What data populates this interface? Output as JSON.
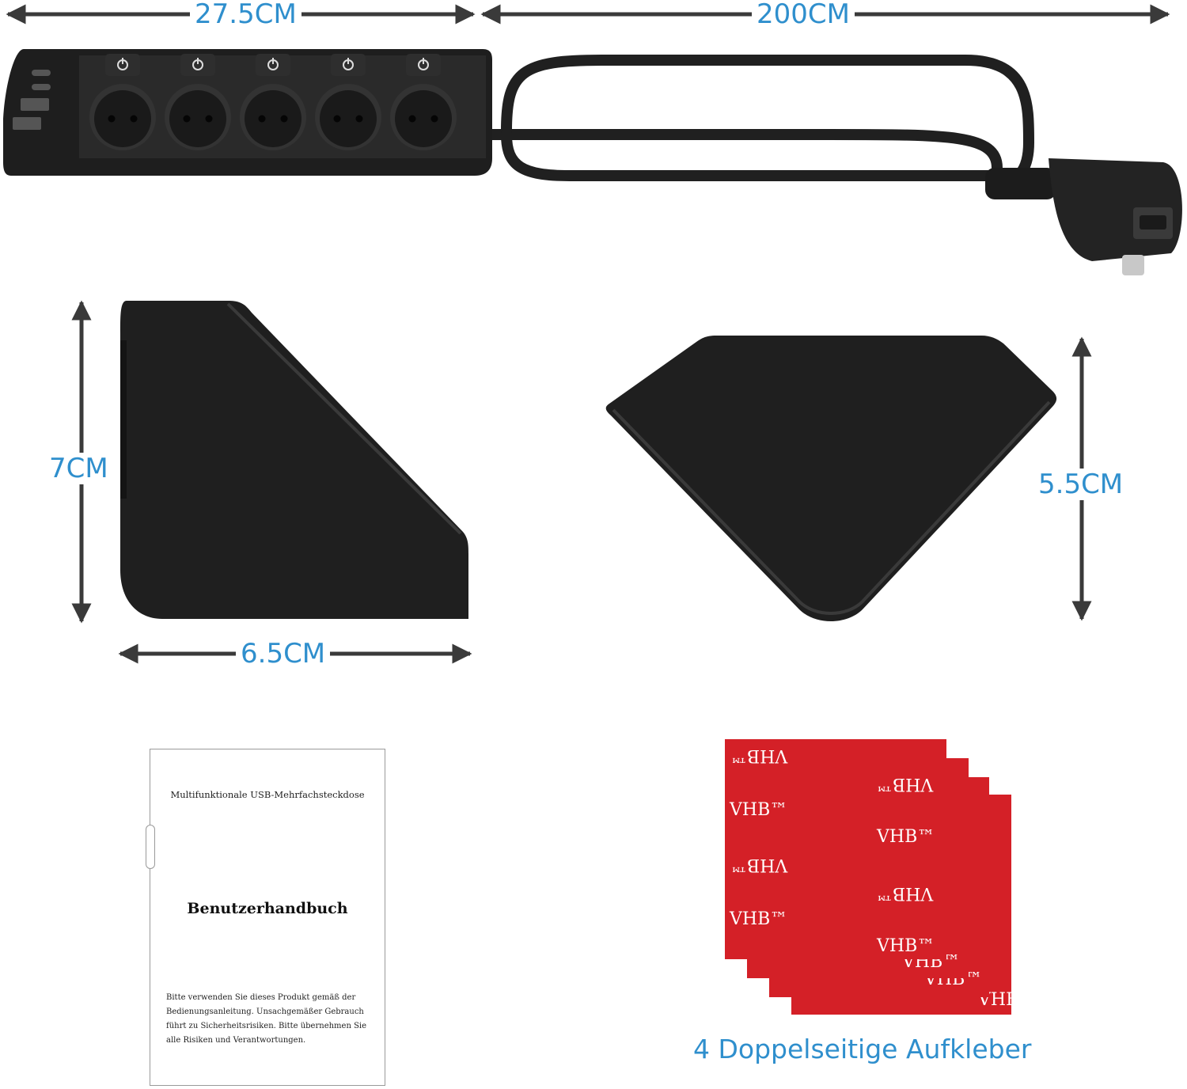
{
  "dimensions": {
    "length": "27.5CM",
    "cable": "200CM",
    "height": "7CM",
    "width": "6.5CM",
    "depth": "5.5CM"
  },
  "colors": {
    "accent": "#2f8fcd",
    "product": "#1e1e1e",
    "pad": "#d42027"
  },
  "manual": {
    "title": "Multifunktionale USB-Mehrfachsteckdose",
    "heading": "Benutzerhandbuch",
    "note": "Bitte verwenden Sie dieses Produkt gemäß der Bedienungsanleitung. Unsachgemäßer Gebrauch führt zu Sicherheitsrisiken. Bitte übernehmen Sie alle Risiken und Verantwortungen."
  },
  "pads": {
    "brand": "VHB™",
    "caption": "4 Doppelseitige Aufkleber"
  },
  "icons": [
    "power-icon",
    "usb-c-port-icon",
    "usb-a-port-icon",
    "schuko-socket-icon",
    "schuko-plug-icon"
  ]
}
